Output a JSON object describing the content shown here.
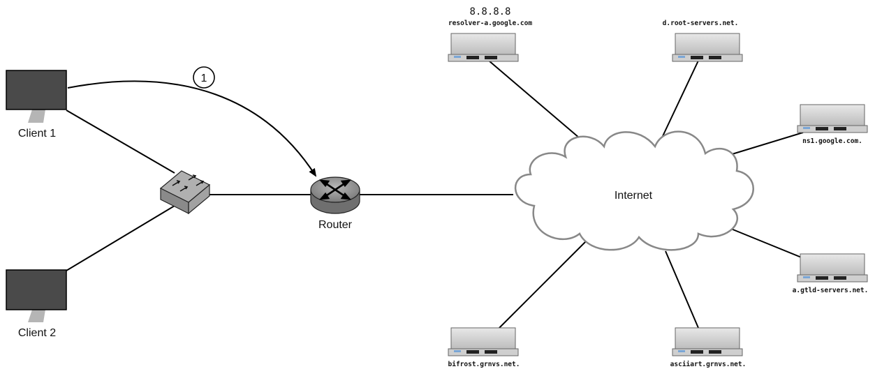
{
  "diagram": {
    "clients": [
      {
        "label": "Client 1"
      },
      {
        "label": "Client 2"
      }
    ],
    "router": {
      "label": "Router"
    },
    "internet": {
      "label": "Internet"
    },
    "step_marker": {
      "label": "1"
    },
    "servers": [
      {
        "ip": "8.8.8.8",
        "label": "resolver-a.google.com"
      },
      {
        "label": "d.root-servers.net."
      },
      {
        "label": "ns1.google.com."
      },
      {
        "label": "a.gtld-servers.net."
      },
      {
        "label": "asciiart.grnvs.net."
      },
      {
        "label": "bifrost.grnvs.net."
      }
    ],
    "colors": {
      "monitor_screen": "#4a4a4a",
      "monitor_stand": "#b5b5b5",
      "server_body": "#d6d6d6",
      "router_body": "#999999",
      "cloud_outline": "#888888"
    }
  }
}
